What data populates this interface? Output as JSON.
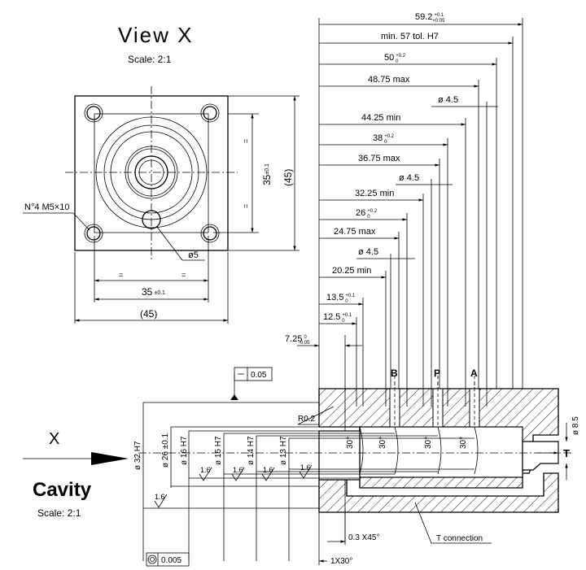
{
  "view_x": {
    "title": "View X",
    "scale": "Scale: 2:1",
    "holes_note": "N°4  M5×10",
    "port_dia": "ø5",
    "dim_vertical": "35",
    "dim_vertical_tol": "±0.1",
    "dim_vertical_overall": "(45)",
    "dim_horizontal": "35",
    "dim_horizontal_tol": "±0.1",
    "dim_horizontal_overall": "(45)",
    "equal_mark": "="
  },
  "cavity": {
    "arrow_label": "X",
    "title": "Cavity",
    "scale": "Scale: 2:1"
  },
  "dims": {
    "d1": "59.2",
    "d1_tol_up": "+0.1",
    "d1_tol_lo": "+0.05",
    "d2": "min. 57 tol. H7",
    "d3": "50",
    "d3_tol_up": "+0.2",
    "d3_tol_lo": "0",
    "d4": "48.75 max",
    "d5": "ø 4.5",
    "d6": "44.25 min",
    "d7": "38",
    "d7_tol_up": "+0.2",
    "d7_tol_lo": "0",
    "d8": "36.75 max",
    "d9": "ø 4.5",
    "d10": "32.25 min",
    "d11": "26",
    "d11_tol_up": "+0.2",
    "d11_tol_lo": "0",
    "d12": "24.75 max",
    "d13": "ø 4.5",
    "d14": "20.25 min",
    "d15": "13.5",
    "d15_tol_up": "+0.1",
    "d15_tol_lo": "0",
    "d16": "12.5",
    "d16_tol_up": "+0.1",
    "d16_tol_lo": "0",
    "d17": "7.25",
    "d17_tol_up": "0",
    "d17_tol_lo": "-0.05"
  },
  "section": {
    "flatness_tol": "0.05",
    "radius": "R0.2",
    "dia_32": "ø 32 H7",
    "dia_26": "ø 26 ±0.1",
    "dia_16": "ø 16 H7",
    "dia_15": "ø 15 H7",
    "dia_14": "ø 14 H7",
    "dia_13": "ø 13 H7",
    "dia_85": "ø 8.5",
    "port_b": "B",
    "port_p": "P",
    "port_a": "A",
    "port_t": "T",
    "angle": "30°",
    "chamfer_1": "0.3 X45°",
    "chamfer_2": "1X30°",
    "t_connection": "T connection",
    "roughness": "1.6",
    "concentricity_tol": "0.005"
  }
}
